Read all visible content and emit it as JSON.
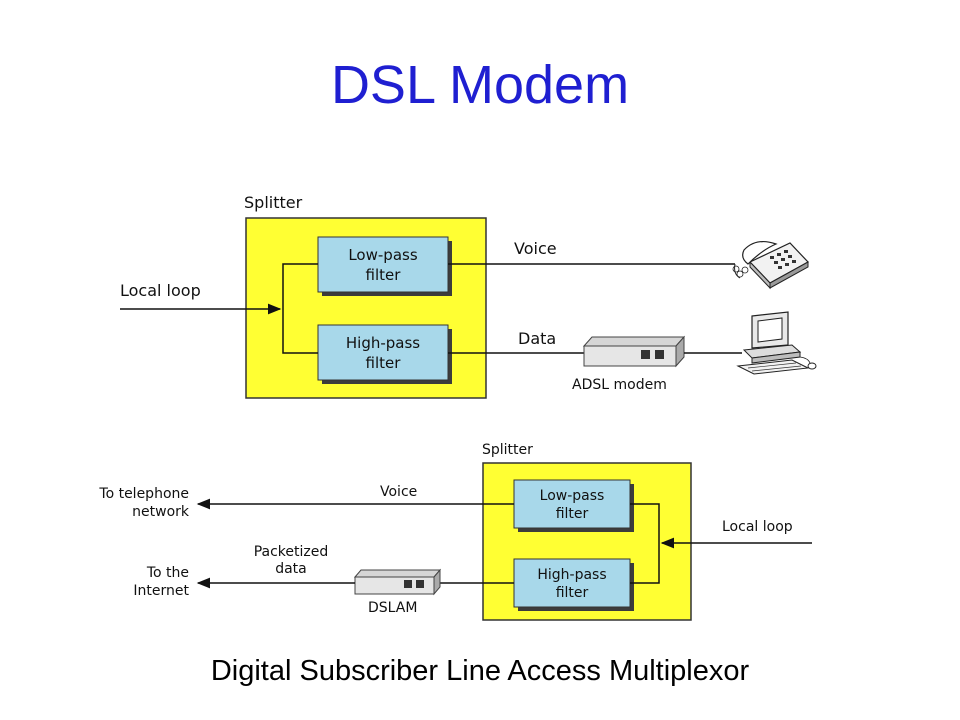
{
  "slide": {
    "title": "DSL Modem",
    "subtitle": "Digital Subscriber Line Access Multiplexor"
  },
  "top_diagram": {
    "splitter_label": "Splitter",
    "input_label": "Local loop",
    "low_pass": [
      "Low-pass",
      "filter"
    ],
    "high_pass": [
      "High-pass",
      "filter"
    ],
    "voice_label": "Voice",
    "data_label": "Data",
    "modem_label": "ADSL modem",
    "phone_icon": "telephone-icon",
    "computer_icon": "computer-icon"
  },
  "bottom_diagram": {
    "splitter_label": "Splitter",
    "input_label": "Local loop",
    "low_pass": [
      "Low-pass",
      "filter"
    ],
    "high_pass": [
      "High-pass",
      "filter"
    ],
    "voice_label": "Voice",
    "data_label": [
      "Packetized",
      "data"
    ],
    "dslam_label": "DSLAM",
    "to_phone": [
      "To telephone",
      "network"
    ],
    "to_internet": [
      "To the",
      "Internet"
    ]
  },
  "colors": {
    "title": "#1f1fd1",
    "splitter_fill": "#ffff33",
    "filter_fill": "#a8d8ea"
  }
}
